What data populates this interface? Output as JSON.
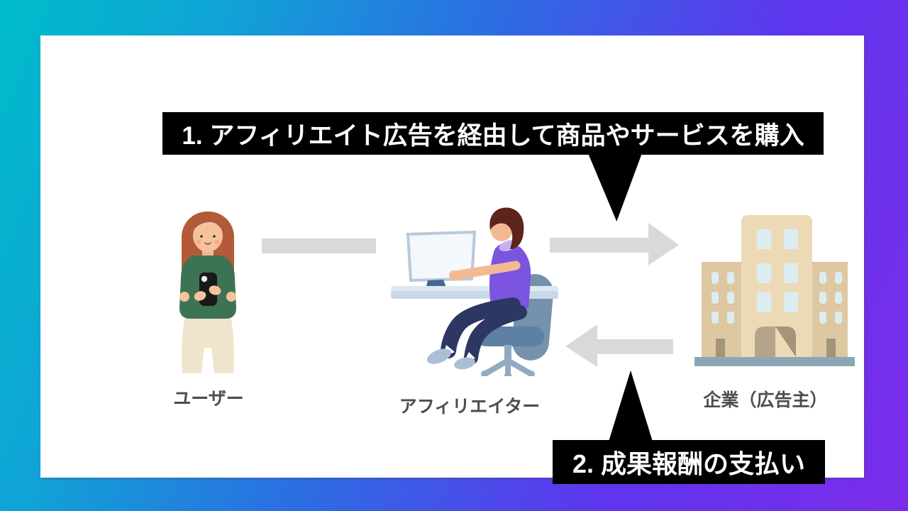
{
  "diagram": {
    "steps": [
      {
        "id": "step1",
        "label": "1. アフィリエイト広告を経由して商品やサービスを購入"
      },
      {
        "id": "step2",
        "label": "2. 成果報酬の支払い"
      }
    ],
    "actors": [
      {
        "id": "user",
        "label": "ユーザー",
        "icon": "woman-with-smartphone-icon"
      },
      {
        "id": "affiliater",
        "label": "アフィリエイター",
        "icon": "person-at-computer-icon"
      },
      {
        "id": "company",
        "label": "企業（広告主）",
        "icon": "office-building-icon"
      }
    ],
    "flows": [
      {
        "from": "user",
        "to": "affiliater",
        "shape": "plain-bar"
      },
      {
        "from": "affiliater",
        "to": "company",
        "shape": "arrow-right",
        "step": "step1"
      },
      {
        "from": "company",
        "to": "affiliater",
        "shape": "arrow-left",
        "step": "step2"
      }
    ]
  },
  "colors": {
    "background_gradient": [
      "#00bcca",
      "#2b6fe2",
      "#7b2de9"
    ],
    "card": "#ffffff",
    "step_banner_bg": "#000000",
    "step_banner_text": "#ffffff",
    "arrow": "#d9d9d9",
    "actor_label": "#4d4d4d"
  }
}
